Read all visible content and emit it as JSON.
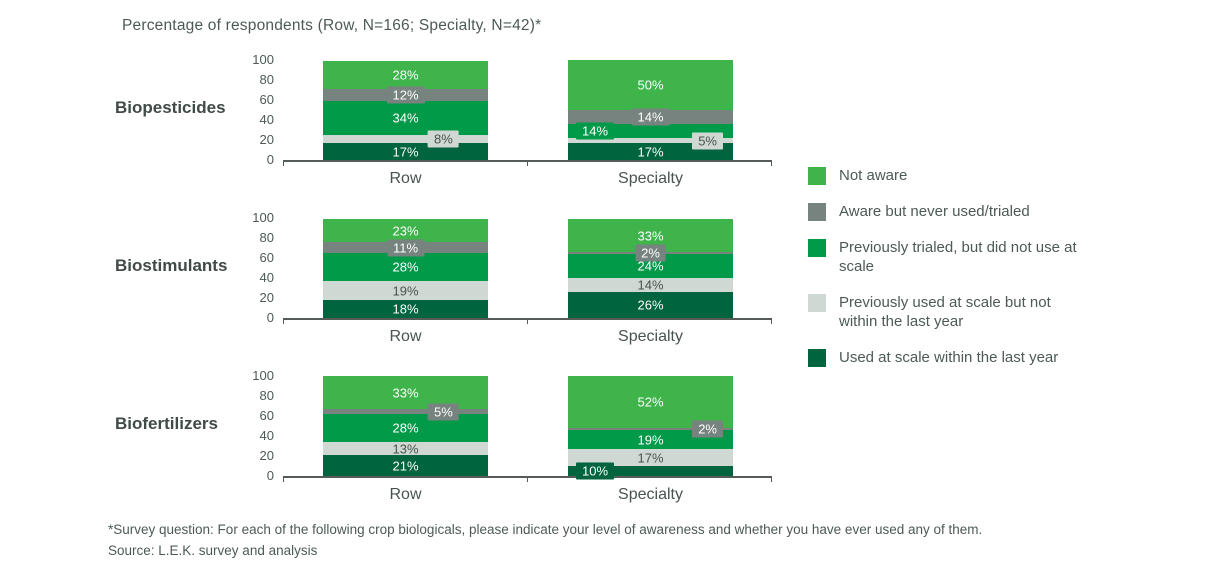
{
  "title": "Percentage of respondents (Row, N=166; Specialty, N=42)*",
  "footnote": {
    "line1": "*Survey question: For each of the following crop biologicals, please indicate your level of awareness and whether you have ever used any of them.",
    "line2": "Source: L.E.K. survey and analysis"
  },
  "chart_data": {
    "type": "bar",
    "stacked": true,
    "title": "Percentage of respondents (Row, N=166; Specialty, N=42)*",
    "ylabel": "Percentage of respondents",
    "ylim": [
      0,
      100
    ],
    "y_ticks": [
      0,
      20,
      40,
      60,
      80,
      100
    ],
    "categories": [
      "Row",
      "Specialty"
    ],
    "legend_position": "right",
    "grid": false,
    "series": [
      {
        "key": "not-aware",
        "label": "Not aware",
        "color": "#3eb44b",
        "text_color": "#ffffff"
      },
      {
        "key": "aware-never-used",
        "label": "Aware but never used/trialed",
        "color": "#76837e",
        "text_color": "#ffffff"
      },
      {
        "key": "previously-trialed",
        "label": "Previously trialed, but did not use at scale",
        "color": "#009a49",
        "text_color": "#ffffff"
      },
      {
        "key": "used-at-scale-not-last-year",
        "label": "Previously used at scale but not within the last year",
        "color": "#cfd8d2",
        "text_color": "#49544e"
      },
      {
        "key": "used-at-scale-last-year",
        "label": "Used at scale within the last year",
        "color": "#00643e",
        "text_color": "#ffffff"
      }
    ],
    "groups": [
      {
        "name": "Biopesticides",
        "bars": [
          {
            "category": "Row",
            "segments": [
              {
                "s": 0,
                "v": 28,
                "label": "28%",
                "pos": "center"
              },
              {
                "s": 1,
                "v": 12,
                "label": "12%",
                "pos": "center",
                "boxed": true
              },
              {
                "s": 2,
                "v": 34,
                "label": "34%",
                "pos": "center"
              },
              {
                "s": 3,
                "v": 8,
                "label": "8%",
                "pos": "mid-right",
                "boxed": true
              },
              {
                "s": 4,
                "v": 17,
                "label": "17%",
                "pos": "center"
              }
            ]
          },
          {
            "category": "Specialty",
            "segments": [
              {
                "s": 0,
                "v": 50,
                "label": "50%",
                "pos": "center"
              },
              {
                "s": 1,
                "v": 14,
                "label": "14%",
                "pos": "center",
                "boxed": true
              },
              {
                "s": 2,
                "v": 14,
                "label": "14%",
                "pos": "left",
                "boxed": true
              },
              {
                "s": 3,
                "v": 5,
                "label": "5%",
                "pos": "right",
                "boxed": true
              },
              {
                "s": 4,
                "v": 17,
                "label": "17%",
                "pos": "center"
              }
            ]
          }
        ]
      },
      {
        "name": "Biostimulants",
        "bars": [
          {
            "category": "Row",
            "segments": [
              {
                "s": 0,
                "v": 23,
                "label": "23%",
                "pos": "center"
              },
              {
                "s": 1,
                "v": 11,
                "label": "11%",
                "pos": "center",
                "boxed": true
              },
              {
                "s": 2,
                "v": 28,
                "label": "28%",
                "pos": "center"
              },
              {
                "s": 3,
                "v": 19,
                "label": "19%",
                "pos": "center"
              },
              {
                "s": 4,
                "v": 18,
                "label": "18%",
                "pos": "center"
              }
            ]
          },
          {
            "category": "Specialty",
            "segments": [
              {
                "s": 0,
                "v": 33,
                "label": "33%",
                "pos": "center"
              },
              {
                "s": 1,
                "v": 2,
                "label": "2%",
                "pos": "center",
                "boxed": true
              },
              {
                "s": 2,
                "v": 24,
                "label": "24%",
                "pos": "center"
              },
              {
                "s": 3,
                "v": 14,
                "label": "14%",
                "pos": "center"
              },
              {
                "s": 4,
                "v": 26,
                "label": "26%",
                "pos": "center"
              }
            ]
          }
        ]
      },
      {
        "name": "Biofertilizers",
        "bars": [
          {
            "category": "Row",
            "segments": [
              {
                "s": 0,
                "v": 33,
                "label": "33%",
                "pos": "center"
              },
              {
                "s": 1,
                "v": 5,
                "label": "5%",
                "pos": "mid-right",
                "boxed": true
              },
              {
                "s": 2,
                "v": 28,
                "label": "28%",
                "pos": "center"
              },
              {
                "s": 3,
                "v": 13,
                "label": "13%",
                "pos": "center"
              },
              {
                "s": 4,
                "v": 21,
                "label": "21%",
                "pos": "center"
              }
            ]
          },
          {
            "category": "Specialty",
            "segments": [
              {
                "s": 0,
                "v": 52,
                "label": "52%",
                "pos": "center"
              },
              {
                "s": 1,
                "v": 2,
                "label": "2%",
                "pos": "right",
                "boxed": true
              },
              {
                "s": 2,
                "v": 19,
                "label": "19%",
                "pos": "center"
              },
              {
                "s": 3,
                "v": 17,
                "label": "17%",
                "pos": "center"
              },
              {
                "s": 4,
                "v": 10,
                "label": "10%",
                "pos": "left",
                "boxed": true
              }
            ]
          }
        ]
      }
    ]
  }
}
